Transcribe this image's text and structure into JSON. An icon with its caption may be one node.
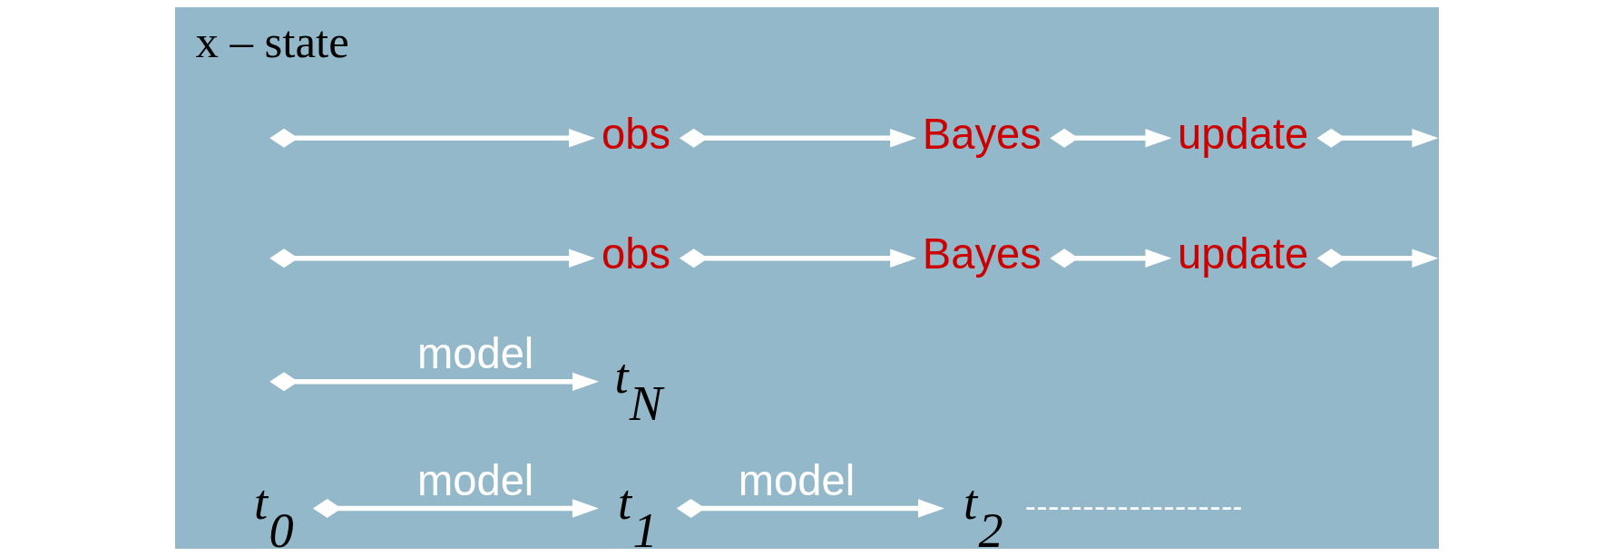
{
  "diagram": {
    "nodes": [
      {
        "text": [
          "t$_{0}$"
        ]
      },
      {
        "text": [
          "t$_{1}$"
        ]
      },
      {
        "text": [
          "t$_{2}$"
        ]
      },
      {
        "text": [
          "t$_{N}$"
        ]
      },
      {
        "text": [
          "obs"
        ]
      },
      {
        "text": [
          "Bayes"
        ]
      },
      {
        "text": [
          "update"
        ]
      },
      {
        "text": [
          "obs"
        ]
      },
      {
        "text": [
          "Bayes"
        ]
      },
      {
        "text": [
          "update"
        ]
      }
    ],
    "edges": [
      {
        "from": 0,
        "to": 1,
        "arrow": "to",
        "label": "model"
      },
      {
        "from": 1,
        "to": 2,
        "arrow": "to",
        "label": "model"
      },
      {
        "from": 2,
        "to": null,
        "arrow": "none",
        "style": "dashed"
      },
      {
        "from": null,
        "to": 3,
        "arrow": "to",
        "label": "model"
      },
      {
        "from": 6,
        "to": null,
        "arrow": "to"
      },
      {
        "from": null,
        "to": 4,
        "arrow": "to"
      },
      {
        "from": 4,
        "to": 5,
        "arrow": "to"
      },
      {
        "from": 5,
        "to": 6,
        "arrow": "to"
      },
      {
        "from": 9,
        "to": null,
        "arrow": "to"
      },
      {
        "from": null,
        "to": 7,
        "arrow": "to"
      },
      {
        "from": 7,
        "to": 8,
        "arrow": "to"
      },
      {
        "from": 8,
        "to": 9,
        "arrow": "to"
      }
    ],
    "labels": [
      "x – state"
    ]
  }
}
